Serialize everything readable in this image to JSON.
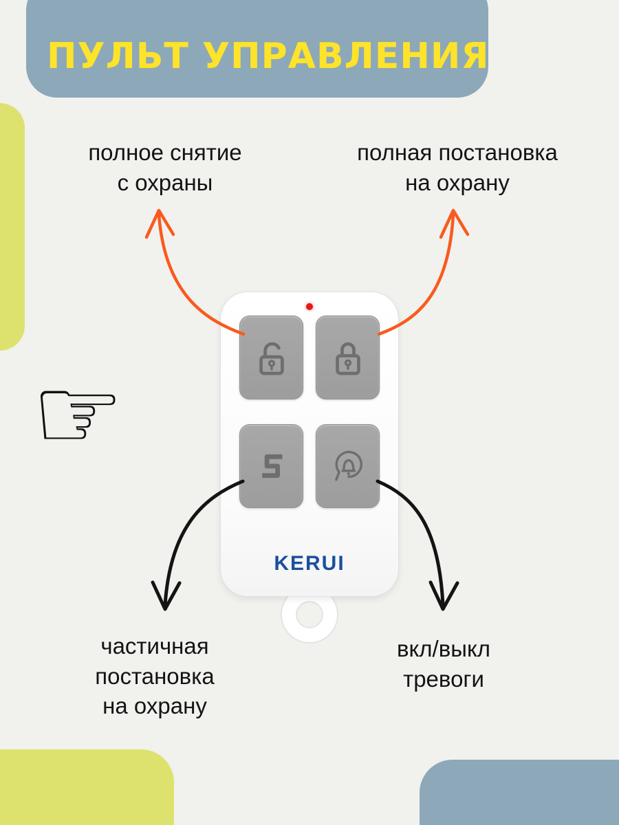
{
  "colors": {
    "page_bg": "#f1f1ee",
    "banner_bg": "#8da8b8",
    "title_yellow": "#fde32a",
    "accent_green": "#dde26e",
    "arrow_orange": "#f95a1d",
    "arrow_black": "#141414",
    "text_color": "#141414",
    "brand_blue": "#1b4fa0",
    "button_gray": "#9d9d9d",
    "icon_gray": "#6e6e6e",
    "led_red": "#e31919"
  },
  "header": {
    "title": "ПУЛЬТ УПРАВЛЕНИЯ"
  },
  "annotations": {
    "full_disarm": "полное снятие\nс охраны",
    "full_arm": "полная постановка\nна охрану",
    "partial_arm": "частичная\nпостановка\nна охрану",
    "alarm_toggle": "вкл/выкл\nтревоги"
  },
  "device": {
    "brand": "KERUI",
    "buttons": [
      {
        "id": "disarm",
        "icon": "unlock-icon"
      },
      {
        "id": "arm",
        "icon": "lock-icon"
      },
      {
        "id": "partial-arm",
        "icon": "partial-arm-icon"
      },
      {
        "id": "alarm",
        "icon": "bell-icon"
      }
    ]
  },
  "pointer": {
    "glyph": "☞"
  }
}
